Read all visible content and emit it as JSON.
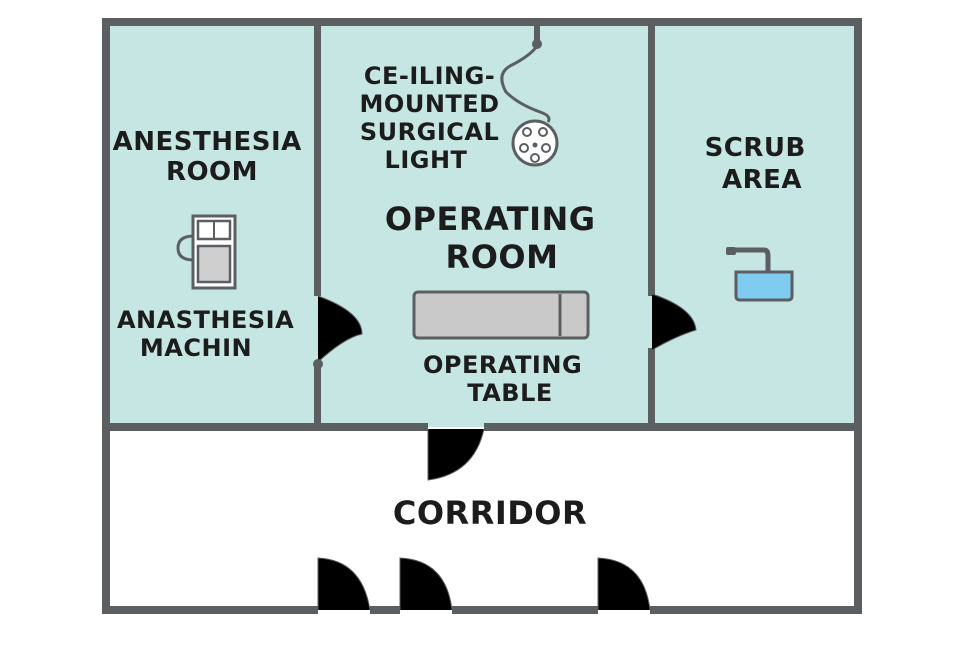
{
  "colors": {
    "room_fill": "#c5e6e3",
    "corridor_fill": "#ffffff",
    "wall": "#5b5f62",
    "sink_water": "#7fccf0",
    "table_fill": "#c9c9c9"
  },
  "rooms": {
    "anesthesia_room": [
      "ANESTHESIA",
      "ROOM"
    ],
    "operating_room": [
      "OPERATING",
      "ROOM"
    ],
    "scrub_area": [
      "SCRUB",
      "AREA"
    ],
    "corridor": "CORRIDOR"
  },
  "fixtures": {
    "ceiling_light": [
      "CE-ILING-",
      "MOUNTED",
      "SURGICAL",
      "LIGHT"
    ],
    "anesthesia_machine": [
      "ANASTHESIA",
      "MACHIN"
    ],
    "operating_table": [
      "OPERATING",
      "TABLE"
    ]
  },
  "icons": {
    "surgical_light": "surgical-light-icon",
    "anesthesia_machine": "anesthesia-machine-icon",
    "operating_table": "operating-table-icon",
    "sink": "sink-icon"
  }
}
